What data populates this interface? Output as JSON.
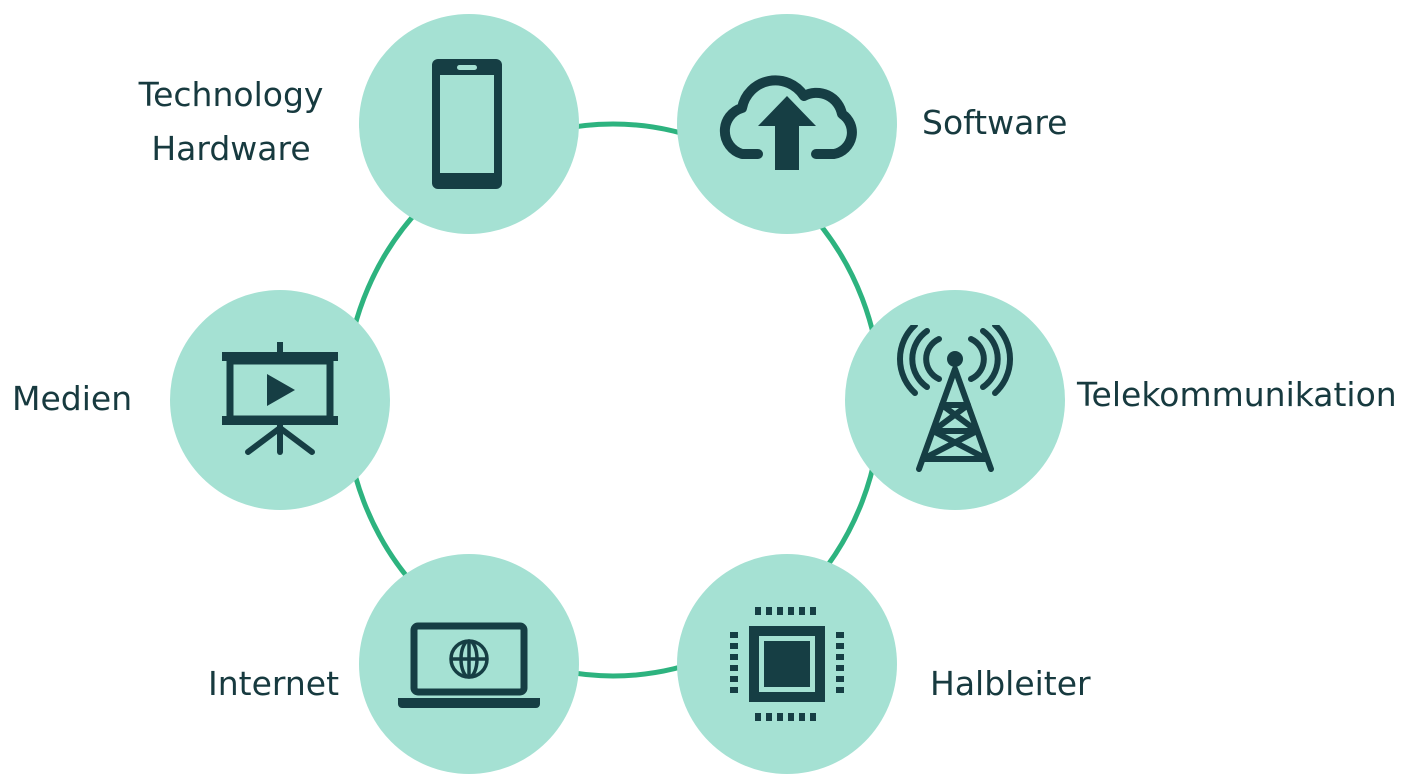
{
  "colors": {
    "ring": "#2db37f",
    "node_fill": "#a5e1d3",
    "icon": "#163e44",
    "text": "#173a3f"
  },
  "nodes": [
    {
      "id": "technology-hardware",
      "icon": "smartphone-icon",
      "label_lines": [
        "Technology",
        "Hardware"
      ]
    },
    {
      "id": "software",
      "icon": "cloud-upload-icon",
      "label_lines": [
        "Software"
      ]
    },
    {
      "id": "telekommunikation",
      "icon": "radio-tower-icon",
      "label_lines": [
        "Telekommunikation"
      ]
    },
    {
      "id": "halbleiter",
      "icon": "microchip-icon",
      "label_lines": [
        "Halbleiter"
      ]
    },
    {
      "id": "internet",
      "icon": "laptop-globe-icon",
      "label_lines": [
        "Internet"
      ]
    },
    {
      "id": "medien",
      "icon": "presentation-screen-icon",
      "label_lines": [
        "Medien"
      ]
    }
  ]
}
